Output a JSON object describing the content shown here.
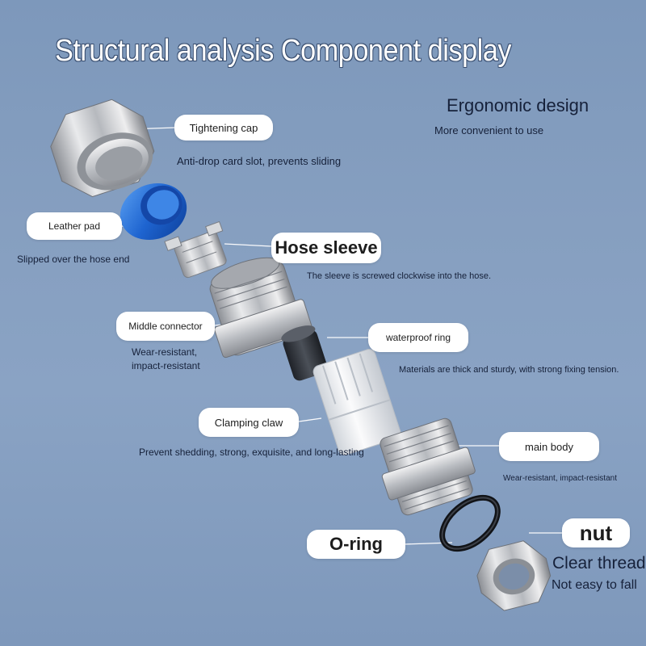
{
  "title": "Structural analysis  Component display",
  "ergonomic": {
    "heading": "Ergonomic design",
    "sub": "More convenient to use"
  },
  "labels": {
    "tightening_cap": "Tightening cap",
    "tightening_desc": "Anti-drop card slot, prevents sliding",
    "leather_pad": "Leather pad",
    "leather_desc": "Slipped over the hose end",
    "hose_sleeve": "Hose sleeve",
    "hose_desc": "The sleeve is screwed clockwise into the hose.",
    "middle_connector": "Middle connector",
    "middle_desc_1": "Wear-resistant,",
    "middle_desc_2": "impact-resistant",
    "waterproof_ring": "waterproof ring",
    "waterproof_desc": "Materials are thick and sturdy, with strong fixing tension.",
    "clamping_claw": "Clamping claw",
    "clamping_desc": "Prevent shedding, strong, exquisite, and long-lasting",
    "main_body": "main body",
    "main_desc": "Wear-resistant, impact-resistant",
    "o_ring": "O-ring",
    "nut": "nut",
    "nut_desc_1": "Clear thread",
    "nut_desc_2": "Not easy to fall"
  },
  "colors": {
    "background": "#8aa3c4",
    "label_pill": "#ffffff",
    "text_dark": "#16213a",
    "metal": "#c9cbcf",
    "blue_pad": "#2a6fd6",
    "rubber": "#2b2f36",
    "claw": "#eef0f3"
  }
}
